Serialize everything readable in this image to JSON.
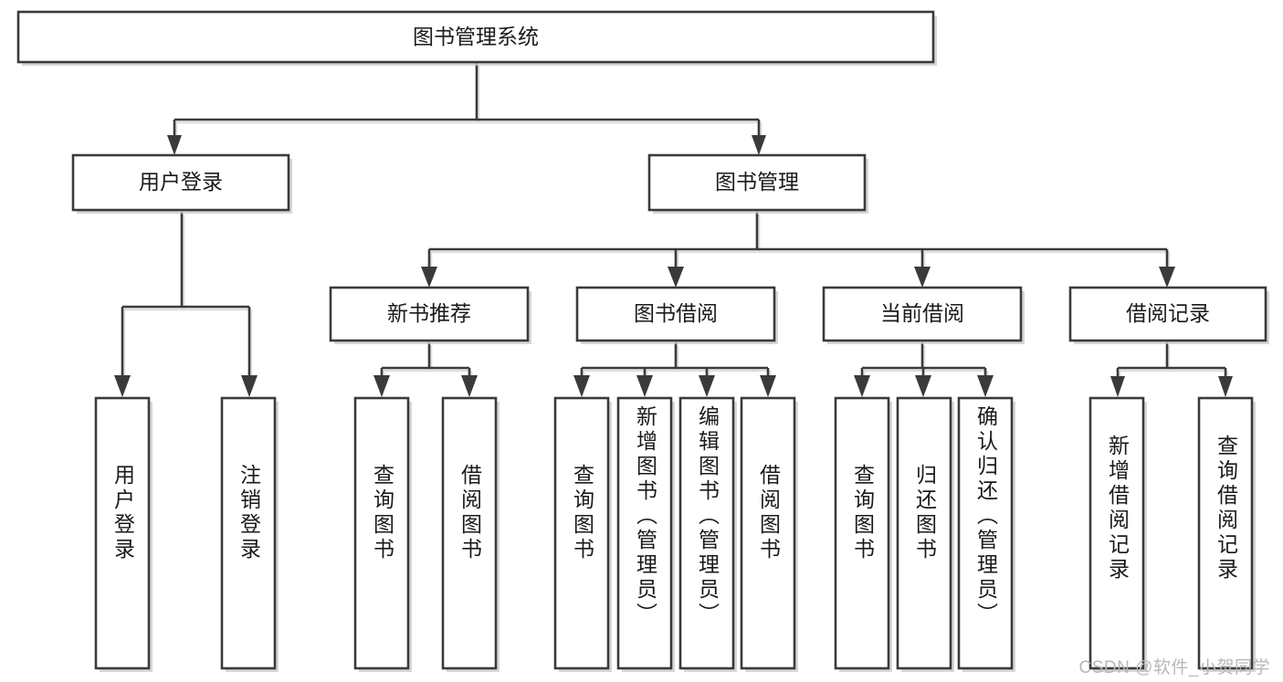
{
  "diagram": {
    "title": "图书管理系统",
    "type": "tree-hierarchy-chart",
    "watermark": "CSDN @软件_小贺同学",
    "colors": {
      "box_fill": "#ffffff",
      "box_stroke": "#3a3a3a",
      "connector": "#3a3a3a",
      "shadow": "#c9c9c9",
      "text": "#1a1a1a",
      "watermark_text": "#b8b8b8"
    },
    "root": {
      "label": "图书管理系统"
    },
    "level2": [
      {
        "label": "用户登录"
      },
      {
        "label": "图书管理"
      }
    ],
    "level3": [
      {
        "label": "新书推荐"
      },
      {
        "label": "图书借阅"
      },
      {
        "label": "当前借阅"
      },
      {
        "label": "借阅记录"
      }
    ],
    "leaves": {
      "user_login": [
        {
          "label": "用户登录"
        },
        {
          "label": "注销登录"
        }
      ],
      "new_book_recommend": [
        {
          "label": "查询图书"
        },
        {
          "label": "借阅图书"
        }
      ],
      "book_borrow": [
        {
          "label": "查询图书"
        },
        {
          "label": "新增图书（管理员）"
        },
        {
          "label": "编辑图书（管理员）"
        },
        {
          "label": "借阅图书"
        }
      ],
      "current_borrow": [
        {
          "label": "查询图书"
        },
        {
          "label": "归还图书"
        },
        {
          "label": "确认归还（管理员）"
        }
      ],
      "borrow_record": [
        {
          "label": "新增借阅记录"
        },
        {
          "label": "查询借阅记录"
        }
      ]
    }
  }
}
